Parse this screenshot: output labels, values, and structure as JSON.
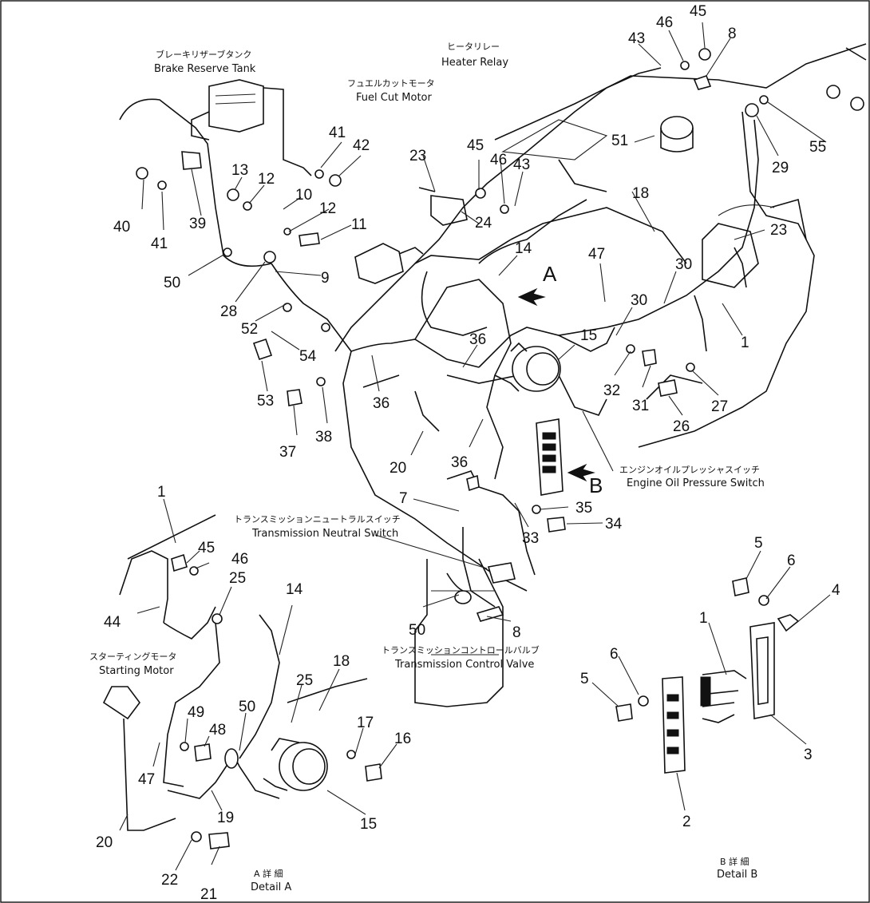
{
  "labels": {
    "brake_reserve_tank_jp": "ブレーキリザーブタンク",
    "brake_reserve_tank": "Brake Reserve Tank",
    "fuel_cut_motor_jp": "フュエルカットモータ",
    "fuel_cut_motor": "Fuel Cut Motor",
    "heater_relay_jp": "ヒータリレー",
    "heater_relay": "Heater Relay",
    "engine_oil_pressure_switch_jp": "エンジンオイルプレッシャスイッチ",
    "engine_oil_pressure_switch": "Engine Oil Pressure Switch",
    "transmission_neutral_switch_jp": "トランスミッションニュートラルスイッチ",
    "transmission_neutral_switch": "Transmission Neutral Switch",
    "transmission_control_valve_jp": "トランスミッションコントロールバルブ",
    "transmission_control_valve": "Transmission Control Valve",
    "starting_motor_jp": "スターティングモータ",
    "starting_motor": "Starting Motor",
    "detail_a_jp": "A 詳 細",
    "detail_a": "Detail A",
    "detail_b_jp": "B 詳 細",
    "detail_b": "Detail B",
    "arrow_a": "A",
    "arrow_b": "B"
  },
  "part_numbers": [
    {
      "id": "p45a",
      "text": "45"
    },
    {
      "id": "p46a",
      "text": "46"
    },
    {
      "id": "p43a",
      "text": "43"
    },
    {
      "id": "p8a",
      "text": "8"
    },
    {
      "id": "p29",
      "text": "29"
    },
    {
      "id": "p55",
      "text": "55"
    },
    {
      "id": "p51",
      "text": "51"
    },
    {
      "id": "p18a",
      "text": "18"
    },
    {
      "id": "p23a",
      "text": "23"
    },
    {
      "id": "p45b",
      "text": "45"
    },
    {
      "id": "p46b",
      "text": "46"
    },
    {
      "id": "p43b",
      "text": "43"
    },
    {
      "id": "p24",
      "text": "24"
    },
    {
      "id": "p23b",
      "text": "23"
    },
    {
      "id": "p41a",
      "text": "41"
    },
    {
      "id": "p42",
      "text": "42"
    },
    {
      "id": "p13",
      "text": "13"
    },
    {
      "id": "p12a",
      "text": "12"
    },
    {
      "id": "p10",
      "text": "10"
    },
    {
      "id": "p12b",
      "text": "12"
    },
    {
      "id": "p11",
      "text": "11"
    },
    {
      "id": "p40",
      "text": "40"
    },
    {
      "id": "p41b",
      "text": "41"
    },
    {
      "id": "p39",
      "text": "39"
    },
    {
      "id": "p50a",
      "text": "50"
    },
    {
      "id": "p9",
      "text": "9"
    },
    {
      "id": "p28",
      "text": "28"
    },
    {
      "id": "p52",
      "text": "52"
    },
    {
      "id": "p54",
      "text": "54"
    },
    {
      "id": "p53",
      "text": "53"
    },
    {
      "id": "p37",
      "text": "37"
    },
    {
      "id": "p38",
      "text": "38"
    },
    {
      "id": "p36a",
      "text": "36"
    },
    {
      "id": "p36b",
      "text": "36"
    },
    {
      "id": "p36c",
      "text": "36"
    },
    {
      "id": "p14a",
      "text": "14"
    },
    {
      "id": "p47a",
      "text": "47"
    },
    {
      "id": "p30a",
      "text": "30"
    },
    {
      "id": "p30b",
      "text": "30"
    },
    {
      "id": "p15a",
      "text": "15"
    },
    {
      "id": "p1a",
      "text": "1"
    },
    {
      "id": "p32",
      "text": "32"
    },
    {
      "id": "p31",
      "text": "31"
    },
    {
      "id": "p26",
      "text": "26"
    },
    {
      "id": "p27",
      "text": "27"
    },
    {
      "id": "p20a",
      "text": "20"
    },
    {
      "id": "p7",
      "text": "7"
    },
    {
      "id": "p35",
      "text": "35"
    },
    {
      "id": "p34",
      "text": "34"
    },
    {
      "id": "p33",
      "text": "33"
    },
    {
      "id": "p1b",
      "text": "1"
    },
    {
      "id": "p45c",
      "text": "45"
    },
    {
      "id": "p46c",
      "text": "46"
    },
    {
      "id": "p25a",
      "text": "25"
    },
    {
      "id": "p44",
      "text": "44"
    },
    {
      "id": "p14b",
      "text": "14"
    },
    {
      "id": "p18b",
      "text": "18"
    },
    {
      "id": "p25b",
      "text": "25"
    },
    {
      "id": "p50b",
      "text": "50"
    },
    {
      "id": "p49",
      "text": "49"
    },
    {
      "id": "p48",
      "text": "48"
    },
    {
      "id": "p47b",
      "text": "47"
    },
    {
      "id": "p17",
      "text": "17"
    },
    {
      "id": "p16",
      "text": "16"
    },
    {
      "id": "p20b",
      "text": "20"
    },
    {
      "id": "p19",
      "text": "19"
    },
    {
      "id": "p15b",
      "text": "15"
    },
    {
      "id": "p22",
      "text": "22"
    },
    {
      "id": "p21",
      "text": "21"
    },
    {
      "id": "p50c",
      "text": "50"
    },
    {
      "id": "p8b",
      "text": "8"
    },
    {
      "id": "p5a",
      "text": "5"
    },
    {
      "id": "p6a",
      "text": "6"
    },
    {
      "id": "p4",
      "text": "4"
    },
    {
      "id": "p1c",
      "text": "1"
    },
    {
      "id": "p6b",
      "text": "6"
    },
    {
      "id": "p5b",
      "text": "5"
    },
    {
      "id": "p3",
      "text": "3"
    },
    {
      "id": "p2",
      "text": "2"
    }
  ]
}
